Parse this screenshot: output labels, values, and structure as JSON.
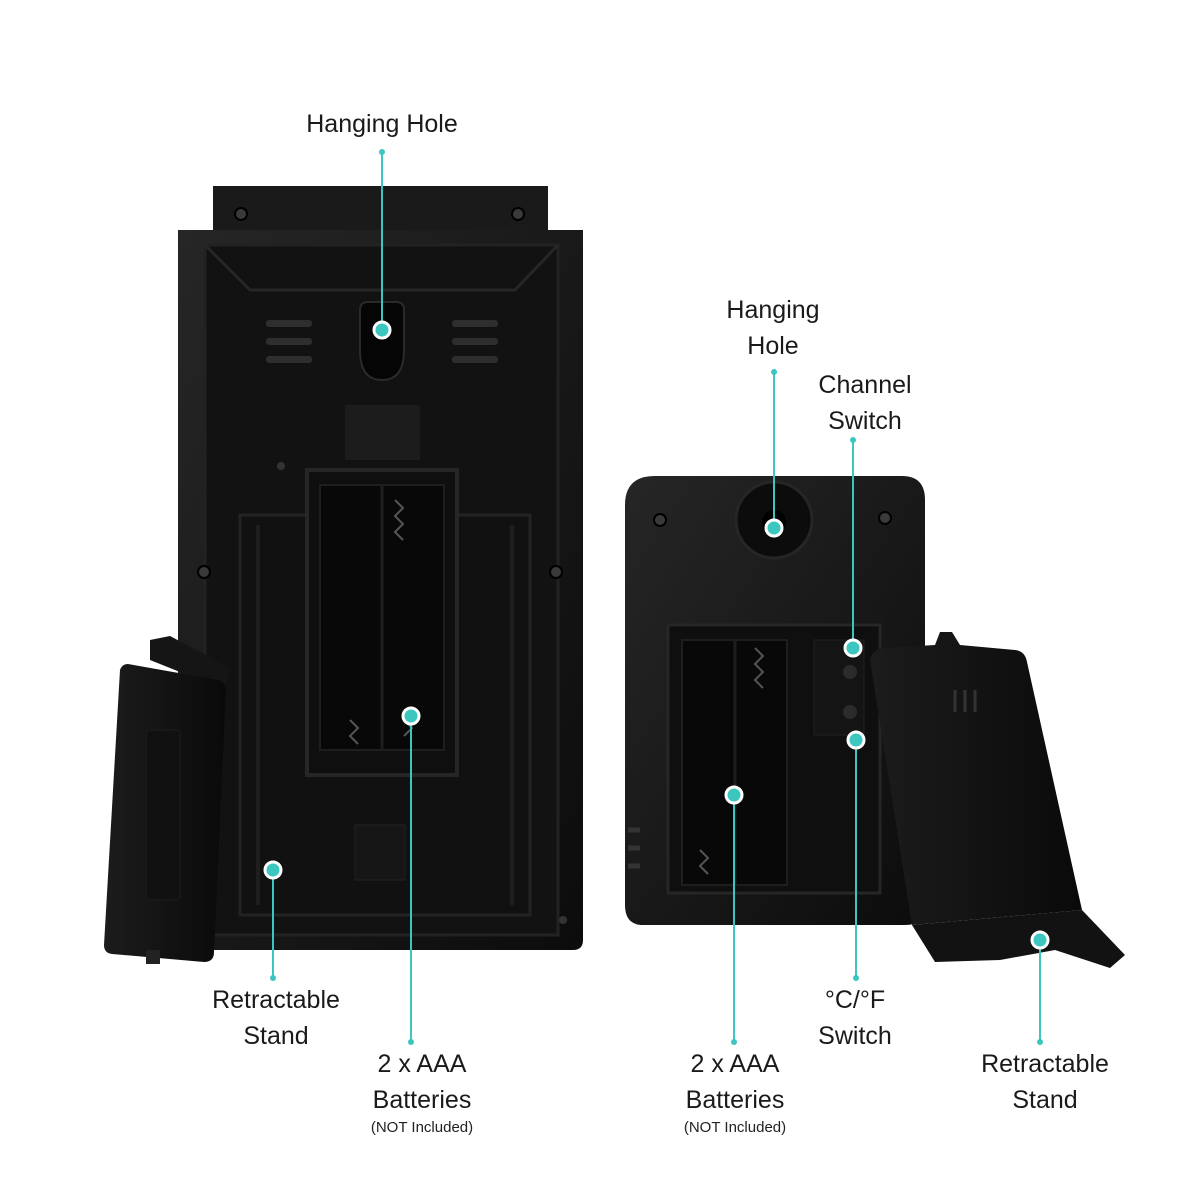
{
  "accent_color": "#3cc6c0",
  "device_color": "#151515",
  "callouts": {
    "left_hanging_hole": "Hanging Hole",
    "left_stand": [
      "Retractable",
      "Stand"
    ],
    "left_batteries": [
      "2 x AAA",
      "Batteries"
    ],
    "left_batteries_note": "(NOT Included)",
    "right_hanging_hole": [
      "Hanging",
      "Hole"
    ],
    "right_channel_switch": [
      "Channel",
      "Switch"
    ],
    "right_temp_switch": [
      "°C/°F",
      "Switch"
    ],
    "right_batteries": [
      "2 x AAA",
      "Batteries"
    ],
    "right_batteries_note": "(NOT Included)",
    "right_stand": [
      "Retractable",
      "Stand"
    ]
  }
}
